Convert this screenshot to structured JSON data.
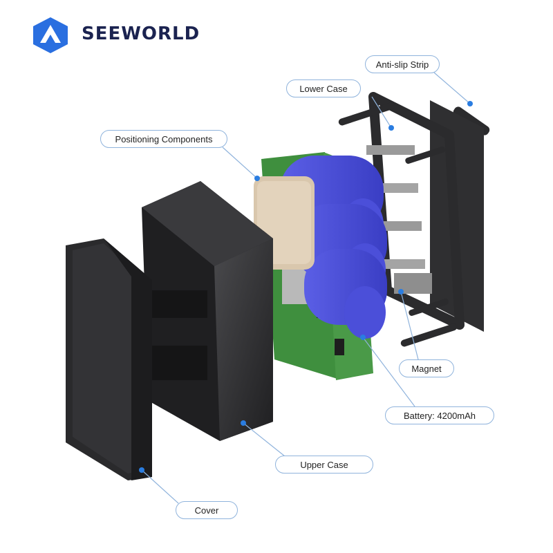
{
  "brand": {
    "name": "SEEWORLD"
  },
  "labels": {
    "anti_slip_strip": "Anti-slip Strip",
    "lower_case": "Lower Case",
    "positioning_components": "Positioning Components",
    "magnet": "Magnet",
    "battery": "Battery: 4200mAh",
    "upper_case": "Upper Case",
    "cover": "Cover"
  },
  "colors": {
    "brand_blue": "#2a6fe0",
    "brand_text": "#1b2350",
    "callout_line": "#8fb3dc",
    "callout_dot": "#2a7de1",
    "battery_blue": "#4b4fd9",
    "pcb_green": "#3f8f3e",
    "module_beige": "#d9c7ad",
    "case_black": "#2b2b2d",
    "magnet_gray": "#9a9a9a"
  },
  "icons": {
    "logo": "triangle-mountain-icon"
  }
}
